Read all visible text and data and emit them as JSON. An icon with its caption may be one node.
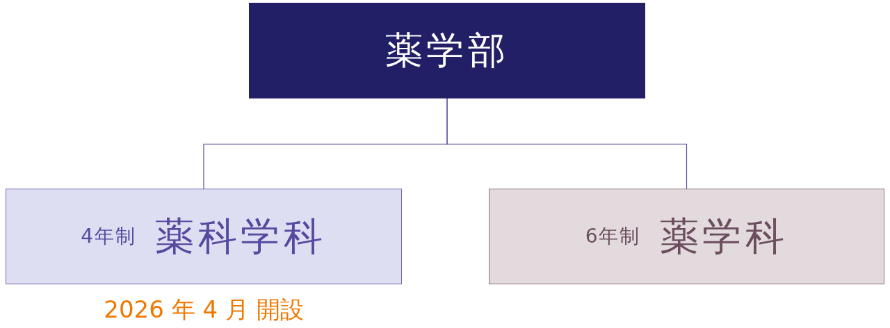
{
  "diagram": {
    "nodes": [
      {
        "text": [
          "薬学部"
        ]
      },
      {
        "text": [
          "4年制",
          "薬科学科"
        ],
        "beside": [
          "2026 年 4 月 開設"
        ]
      },
      {
        "text": [
          "6年制",
          "薬学科"
        ]
      }
    ],
    "edges": [
      {
        "from": 0,
        "to": 1,
        "arrow": "none"
      },
      {
        "from": 0,
        "to": 2,
        "arrow": "none"
      }
    ]
  }
}
